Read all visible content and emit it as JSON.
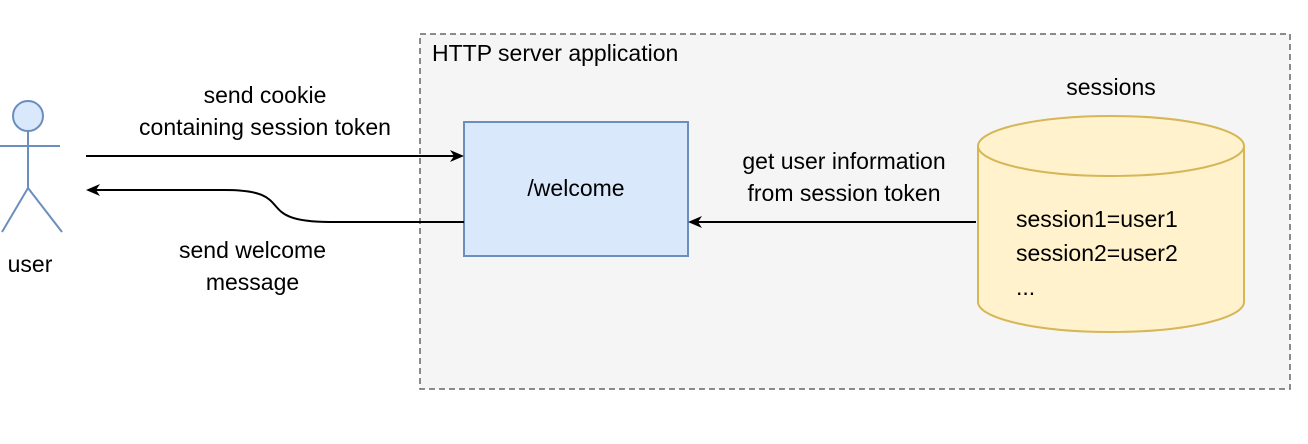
{
  "colors": {
    "actor_stroke": "#6c8ebf",
    "actor_fill": "#dae8fc",
    "endpoint_fill": "#dae8fc",
    "endpoint_stroke": "#6c8ebf",
    "db_fill": "#fff2cc",
    "db_stroke": "#d6b656",
    "container_fill": "#f5f5f5",
    "container_stroke": "#666666",
    "arrow": "#000000"
  },
  "icons": {
    "actor": "person-icon",
    "database": "cylinder-icon"
  },
  "actor": {
    "label": "user"
  },
  "container": {
    "title": "HTTP server application"
  },
  "endpoint": {
    "label": "/welcome"
  },
  "database": {
    "title": "sessions",
    "entries": [
      "session1=user1",
      "session2=user2",
      "..."
    ]
  },
  "edges": {
    "request": [
      "send cookie",
      "containing session token"
    ],
    "response": [
      "send welcome",
      "message"
    ],
    "lookup": [
      "get user information",
      "from session token"
    ]
  }
}
